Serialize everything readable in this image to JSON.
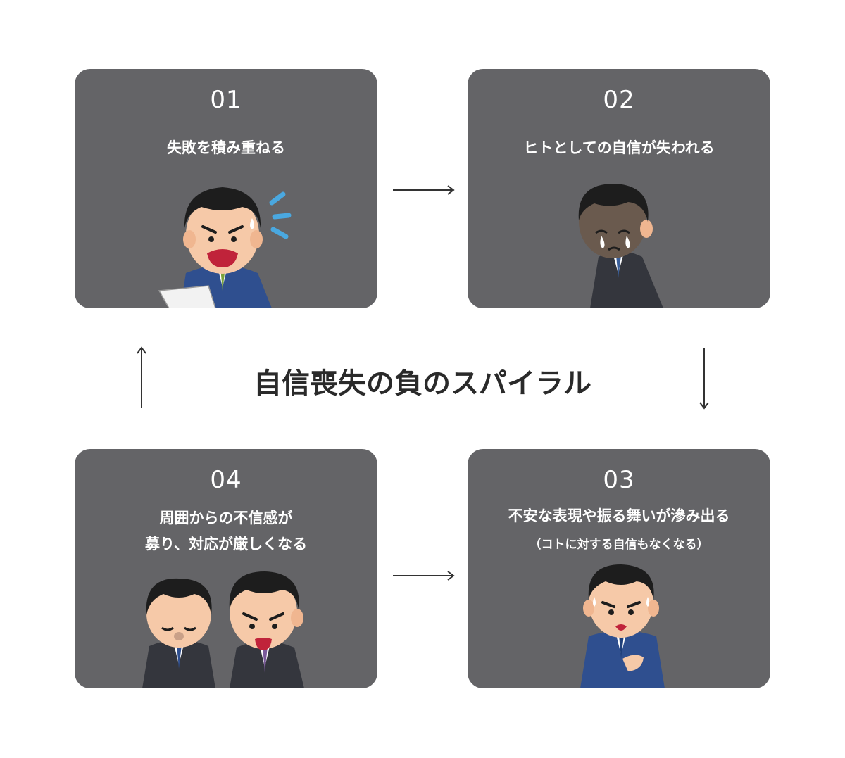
{
  "title": "自信喪失の負のスパイラル",
  "steps": [
    {
      "number": "01",
      "label": "失敗を積み重ねる"
    },
    {
      "number": "02",
      "label": "ヒトとしての自信が失われる"
    },
    {
      "number": "03",
      "label": "不安な表現や振る舞いが滲み出る",
      "sub": "（コトに対する自信もなくなる）"
    },
    {
      "number": "04",
      "label_line1": "周囲からの不信感が",
      "label_line2": "募り、対応が厳しくなる"
    }
  ],
  "colors": {
    "card": "#646467",
    "text": "#ffffff",
    "title": "#2a2a2a",
    "arrow": "#333333"
  }
}
